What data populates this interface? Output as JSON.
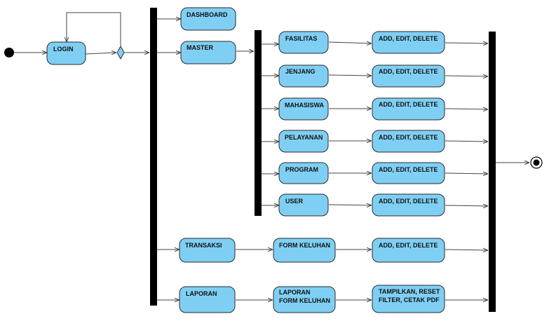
{
  "nodes": {
    "login": "LOGIN",
    "dashboard": "DASHBOARD",
    "master": "MASTER",
    "transaksi": "TRANSAKSI",
    "laporan": "LAPORAN",
    "fasilitas": "FASILITAS",
    "jenjang": "JENJANG",
    "mahasiswa": "MAHASISWA",
    "pelayanan": "PELAYANAN",
    "program": "PROGRAM",
    "user": "USER",
    "form_keluhan": "FORM KELUHAN",
    "laporan_form_keluhan": [
      "LAPORAN",
      "FORM KELUHAN"
    ],
    "crud_fasilitas": "ADD, EDIT, DELETE",
    "crud_jenjang": "ADD, EDIT, DELETE",
    "crud_mahasiswa": "ADD, EDIT, DELETE",
    "crud_pelayanan": "ADD, EDIT, DELETE",
    "crud_program": "ADD, EDIT, DELETE",
    "crud_user": "ADD, EDIT, DELETE",
    "crud_keluhan": "ADD, EDIT, DELETE",
    "laporan_actions": [
      "TAMPILKAN, RESET",
      "FILTER, CETAK PDF"
    ]
  },
  "colors": {
    "node_fill": "#7fcff4",
    "node_stroke": "#2a2a2a",
    "bar": "#000000",
    "edge": "#444444"
  }
}
